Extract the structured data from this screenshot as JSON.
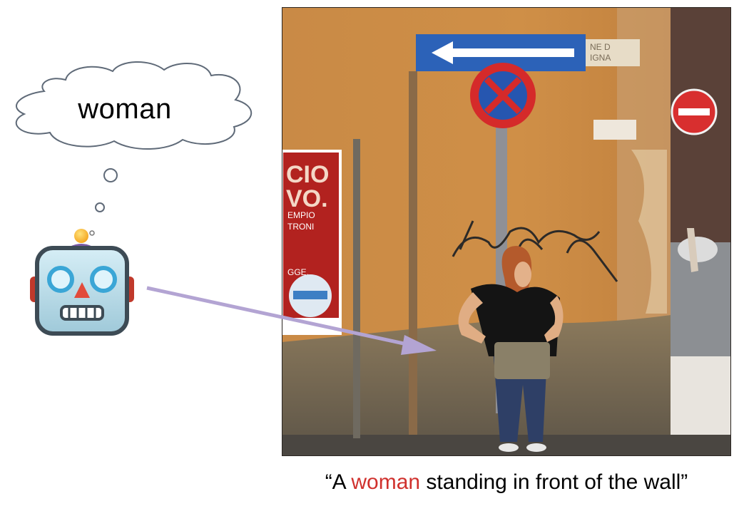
{
  "thought": {
    "word": "woman"
  },
  "caption": {
    "prefix": "“A ",
    "highlight": "woman",
    "suffix": " standing in front of the wall”",
    "highlight_color": "#d0312d"
  },
  "photo": {
    "sign_texts": [
      "CIO",
      "VO.",
      "EMPIO",
      "TRONI",
      "GGE."
    ],
    "wall_plate_text": [
      "NE D",
      "IGNA"
    ]
  },
  "icons": [
    "thought-cloud-icon",
    "robot-icon",
    "arrow-icon",
    "one-way-sign-icon",
    "no-stopping-sign-icon",
    "no-entry-sign-icon"
  ],
  "colors": {
    "arrow": "#b3a4d3",
    "wall": "#c7843f",
    "robot_face": "#bfe2ee"
  }
}
